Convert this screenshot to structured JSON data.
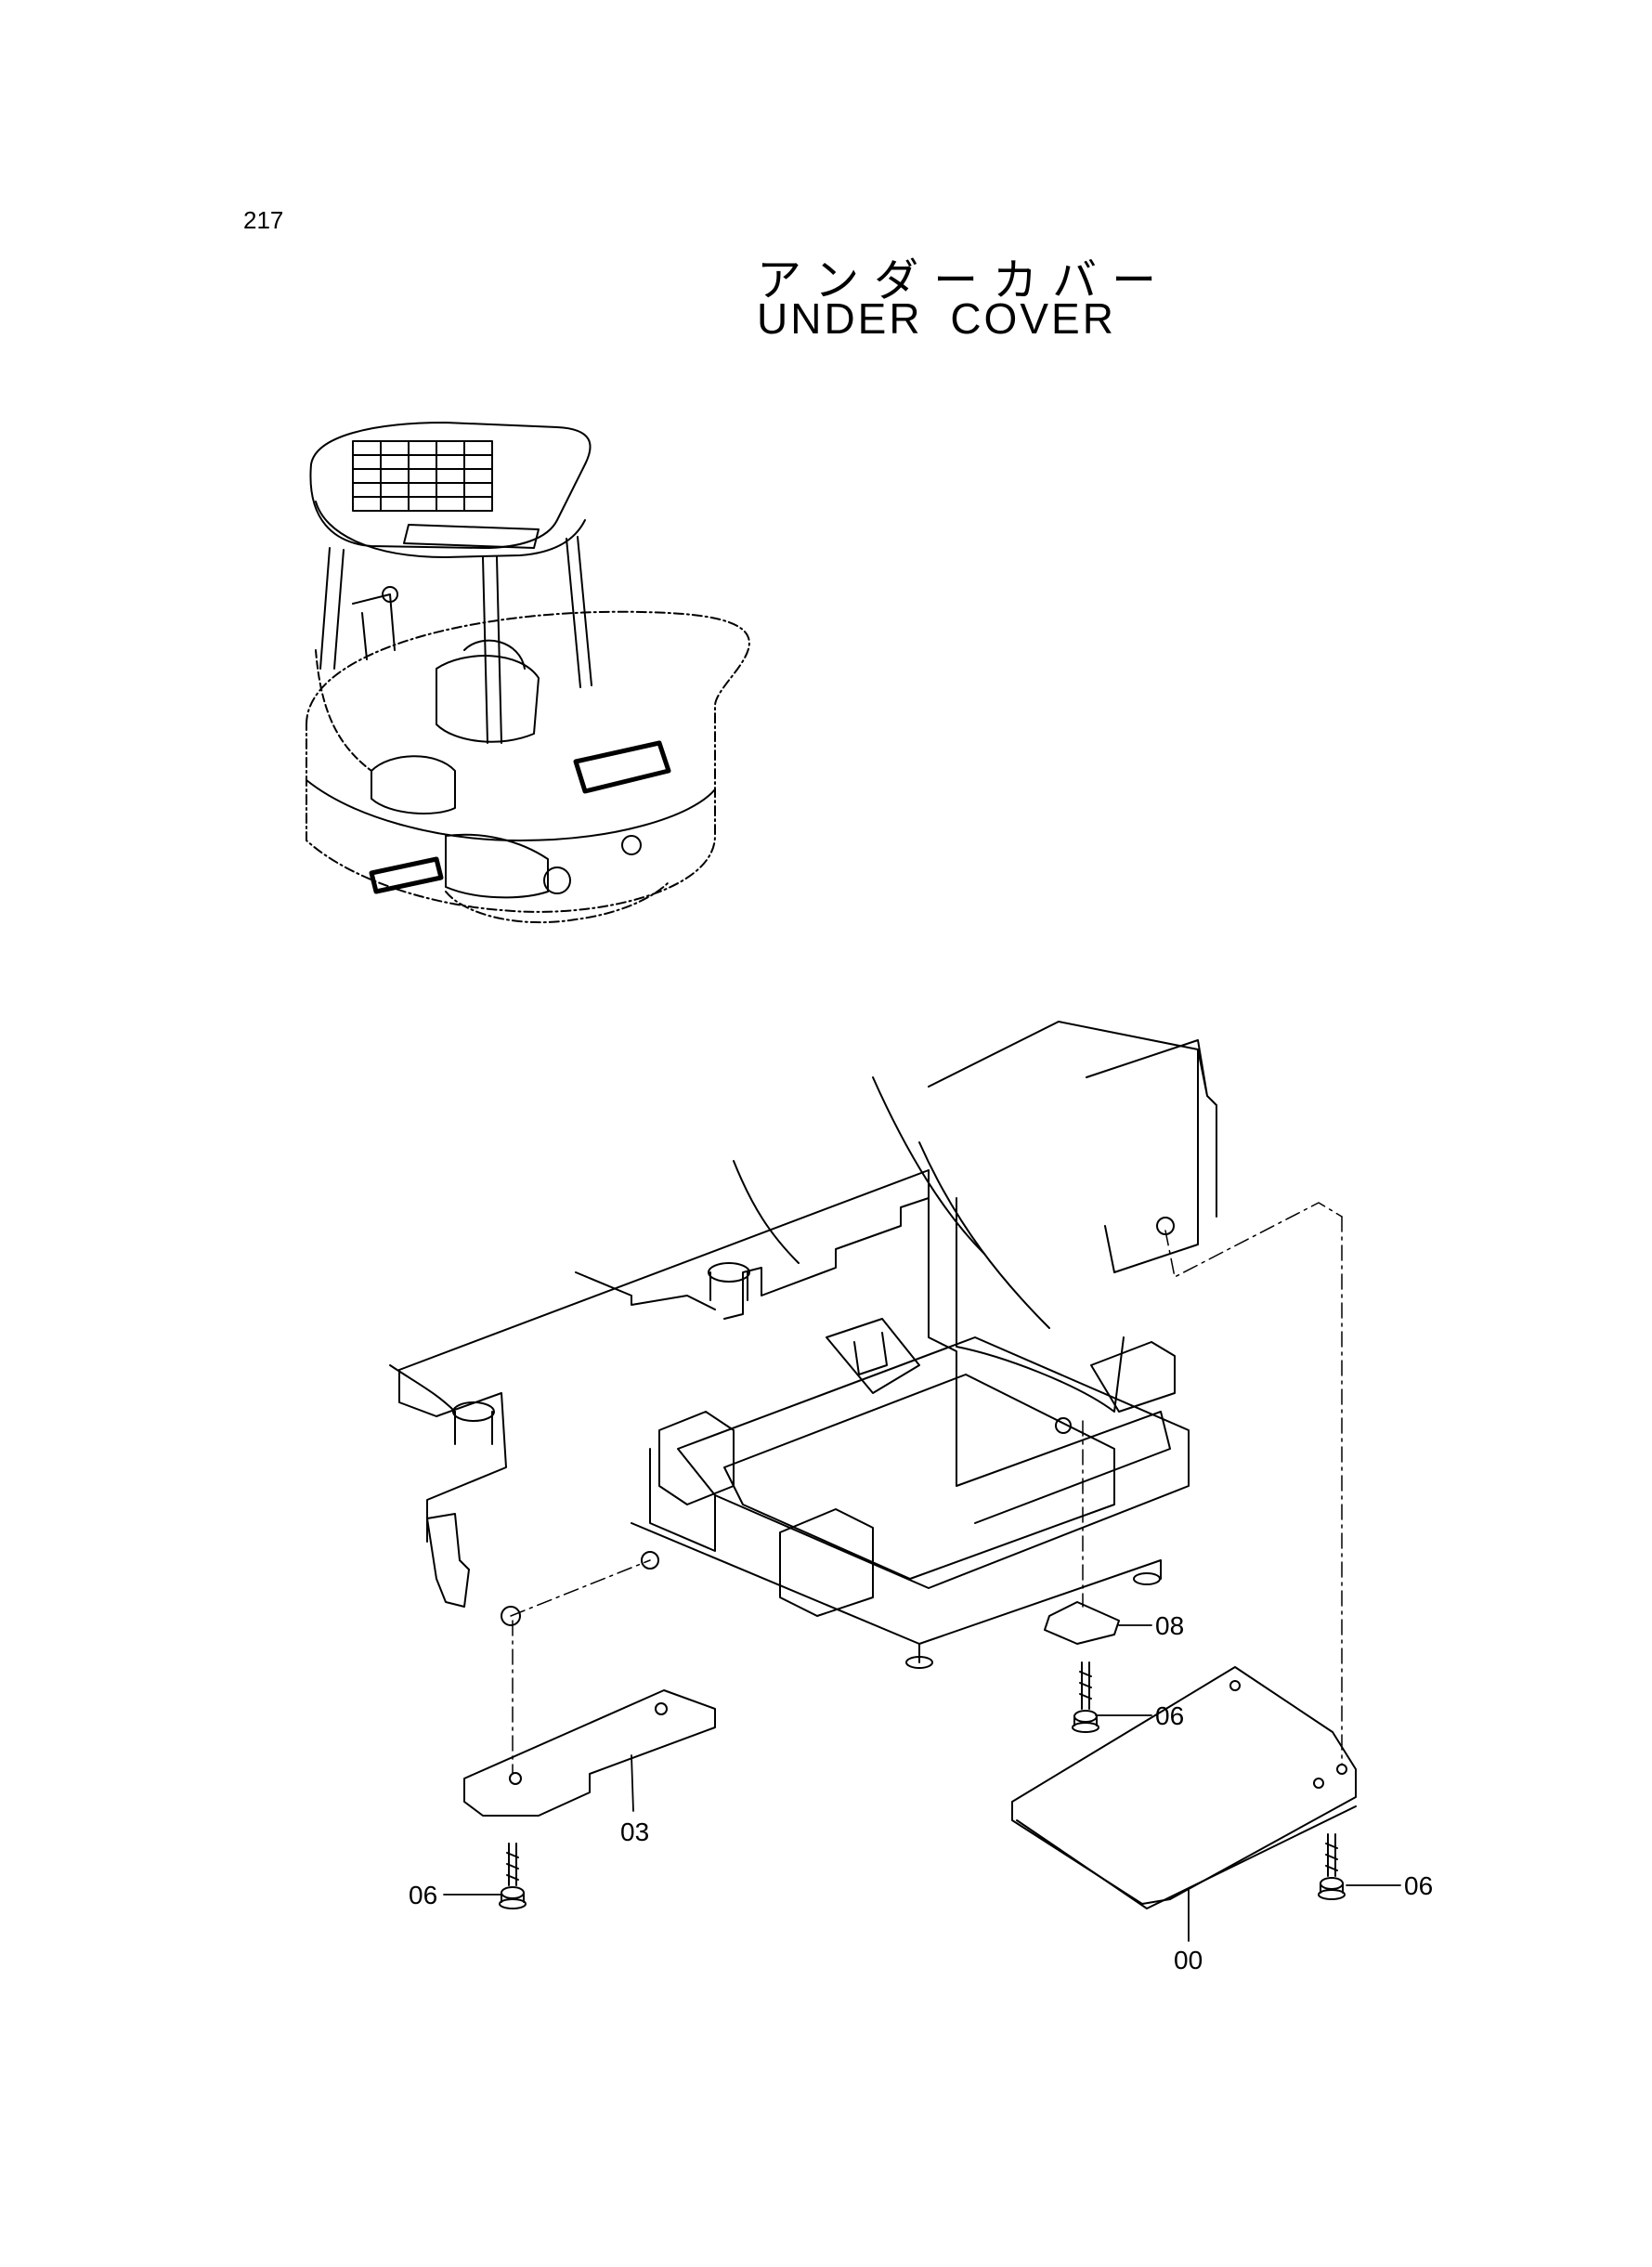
{
  "page": {
    "number": "217",
    "title_japanese": "アンダーカバー",
    "title_english": "UNDER COVER"
  },
  "callouts": [
    {
      "id": "c08",
      "label": "08"
    },
    {
      "id": "c06a",
      "label": "06"
    },
    {
      "id": "c03",
      "label": "03"
    },
    {
      "id": "c06b",
      "label": "06"
    },
    {
      "id": "c06c",
      "label": "06"
    },
    {
      "id": "c00",
      "label": "00"
    }
  ],
  "colors": {
    "line": "#000000",
    "background": "#ffffff"
  }
}
